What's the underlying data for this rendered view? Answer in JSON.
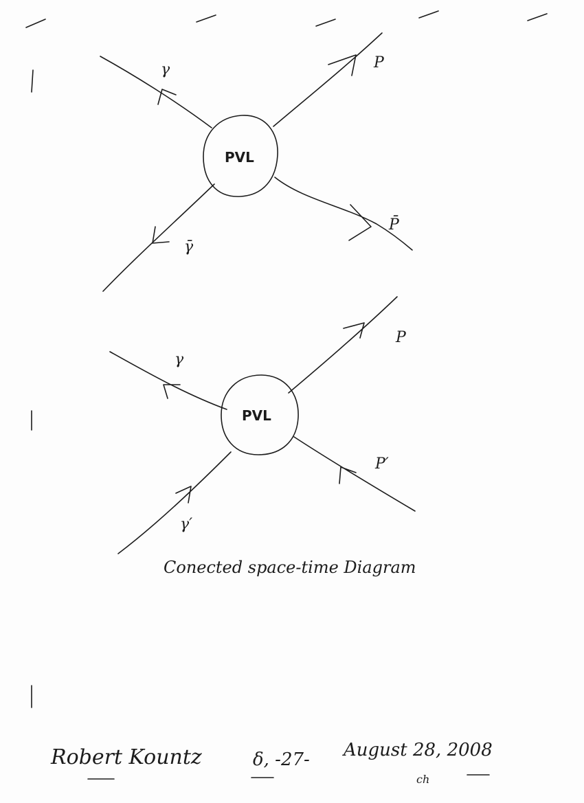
{
  "top_diagram": {
    "vertex": "PVL",
    "labels": {
      "upper_left": "γ",
      "upper_right": "P",
      "lower_left": "γ̄",
      "lower_right": "P̄"
    }
  },
  "bottom_diagram": {
    "vertex": "PVL",
    "labels": {
      "upper_left": "γ",
      "upper_right": "P",
      "lower_left": "γ′",
      "lower_right": "P′"
    }
  },
  "caption": "Conected space-time Diagram",
  "footer": {
    "signature": "Robert Kountz",
    "page_mark": "δ, -27-",
    "date": "August 28, 2008",
    "date_mark": "ch"
  }
}
